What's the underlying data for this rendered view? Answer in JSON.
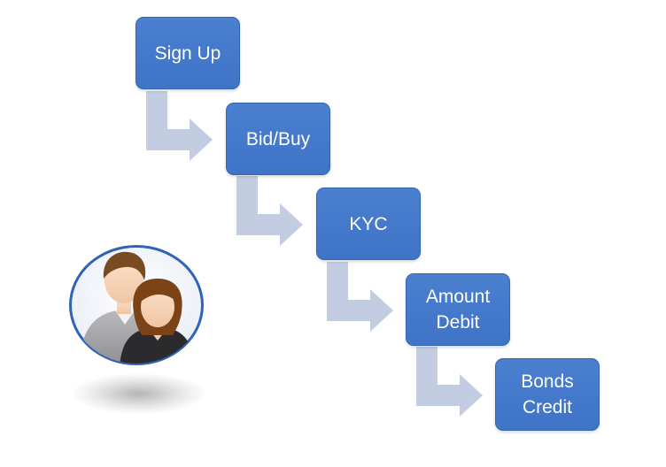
{
  "steps": [
    {
      "label": "Sign Up"
    },
    {
      "label": "Bid/Buy"
    },
    {
      "label": "KYC"
    },
    {
      "label": "Amount\nDebit"
    },
    {
      "label": "Bonds\nCredit"
    }
  ],
  "colors": {
    "box_fill": "#4376c8",
    "box_border": "#3566b0",
    "box_text": "#ffffff",
    "arrow_fill": "#c3cde2"
  },
  "icons": {
    "users": "users-icon"
  }
}
